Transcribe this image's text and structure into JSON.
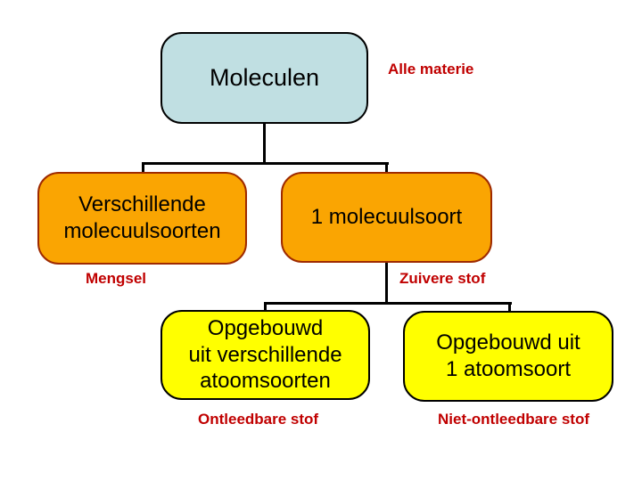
{
  "nodes": {
    "root": {
      "text": "Moleculen",
      "annotation": "Alle materie"
    },
    "mixture": {
      "text": "Verschillende\nmolecuulsoorten",
      "annotation": "Mengsel"
    },
    "pure": {
      "text": "1 molecuulsoort",
      "annotation": "Zuivere stof"
    },
    "compound": {
      "text": "Opgebouwd\nuit verschillende\natoomsoorten",
      "annotation": "Ontleedbare stof"
    },
    "element": {
      "text": "Opgebouwd uit\n1 atoomsoort",
      "annotation": "Niet-ontleedbare stof"
    }
  },
  "colors": {
    "root_fill": "#c0dfe2",
    "branch_fill": "#faa502",
    "branch_border": "#9e2a00",
    "leaf_fill": "#ffff00",
    "annotation_text": "#c00000",
    "connector": "#000000",
    "box_text": "#000000",
    "background": "#ffffff"
  }
}
